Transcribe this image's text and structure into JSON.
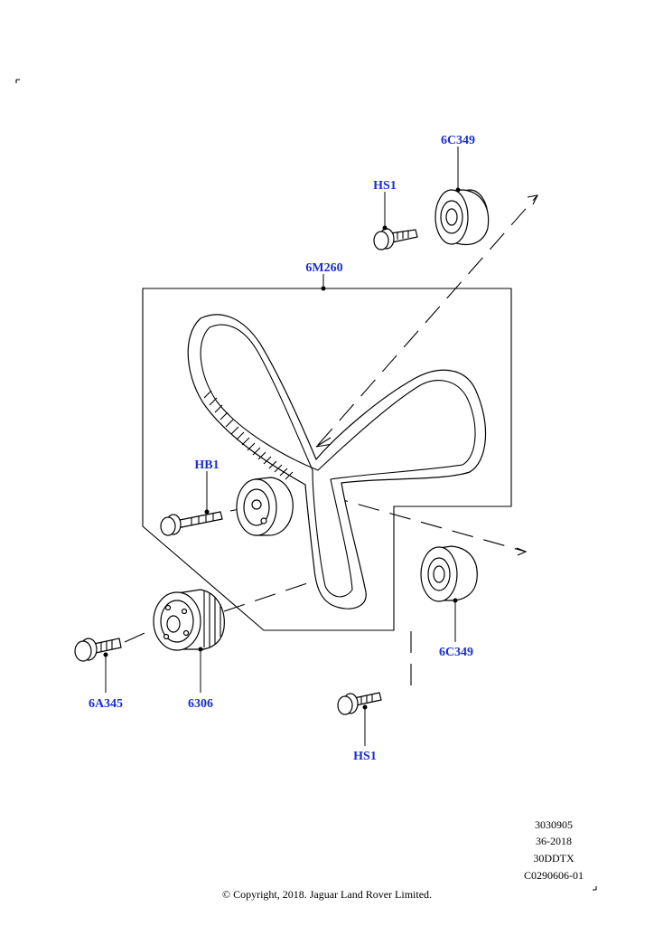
{
  "callouts": {
    "idler_top": "6C349",
    "bolt_top": "HS1",
    "belt": "6M260",
    "tensioner_bolt": "HB1",
    "idler_bottom": "6C349",
    "crank_bolt": "6A345",
    "sprocket": "6306",
    "bolt_bottom": "HS1"
  },
  "reference": {
    "line1": "3030905",
    "line2": "36-2018",
    "line3": "30DDTX",
    "line4": "C0290606-01"
  },
  "copyright": "© Copyright, 2018. Jaguar Land Rover Limited."
}
